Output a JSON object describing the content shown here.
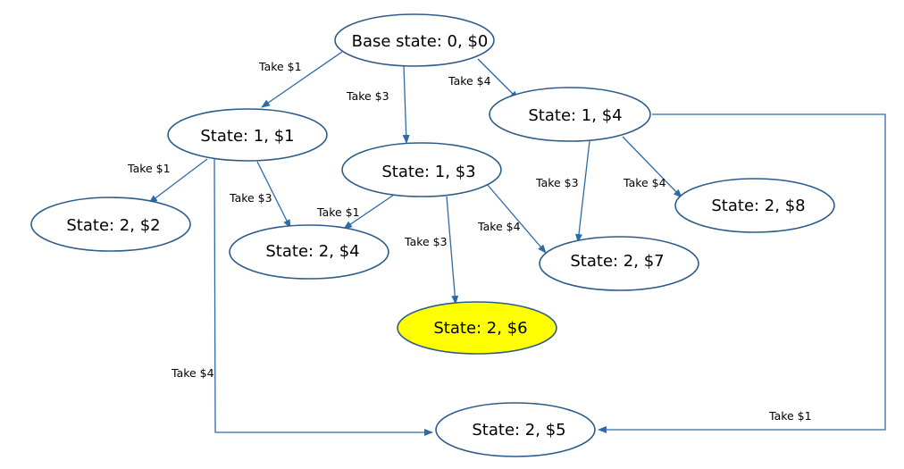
{
  "colors": {
    "node_fill": "#ffffff",
    "node_highlight_fill": "#ffff00",
    "node_stroke": "#2e5c8a",
    "edge": "#2e6aa8"
  },
  "nodes": {
    "base": {
      "label": "Base state: 0, $0",
      "highlight": false
    },
    "s1_1": {
      "label": "State: 1, $1",
      "highlight": false
    },
    "s1_3": {
      "label": "State: 1, $3",
      "highlight": false
    },
    "s1_4": {
      "label": "State: 1, $4",
      "highlight": false
    },
    "s2_2": {
      "label": "State: 2, $2",
      "highlight": false
    },
    "s2_4": {
      "label": "State: 2, $4",
      "highlight": false
    },
    "s2_6": {
      "label": "State: 2, $6",
      "highlight": true
    },
    "s2_7": {
      "label": "State: 2, $7",
      "highlight": false
    },
    "s2_8": {
      "label": "State: 2, $8",
      "highlight": false
    },
    "s2_5": {
      "label": "State: 2, $5",
      "highlight": false
    }
  },
  "edges": {
    "base_s1_1": {
      "label": "Take $1"
    },
    "base_s1_3": {
      "label": "Take $3"
    },
    "base_s1_4": {
      "label": "Take $4"
    },
    "s1_1_s2_2": {
      "label": "Take $1"
    },
    "s1_1_s2_4": {
      "label": "Take $3"
    },
    "s1_1_s2_5": {
      "label": "Take $4"
    },
    "s1_3_s2_4": {
      "label": "Take $1"
    },
    "s1_3_s2_6": {
      "label": "Take $3"
    },
    "s1_3_s2_7": {
      "label": "Take $4"
    },
    "s1_4_s2_7": {
      "label": "Take $3"
    },
    "s1_4_s2_8": {
      "label": "Take $4"
    },
    "s1_4_s2_5": {
      "label": "Take $1"
    }
  }
}
